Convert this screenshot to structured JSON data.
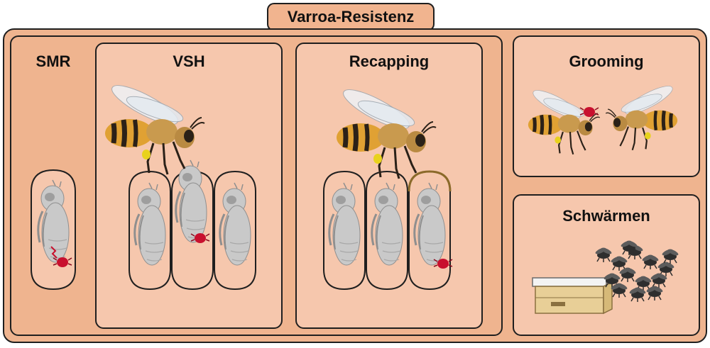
{
  "title": "Varroa-Resistenz",
  "sections": {
    "smr": {
      "label": "SMR"
    },
    "vsh": {
      "label": "VSH"
    },
    "recapping": {
      "label": "Recapping"
    },
    "grooming": {
      "label": "Grooming"
    },
    "swarming": {
      "label": "Schwärmen"
    }
  },
  "colors": {
    "outer_bg": "#efb48f",
    "panel_bg": "#f6c7ad",
    "border": "#1f1f1f",
    "pupa": "#c9c9c9",
    "mite": "#c8102e",
    "cap": "#8b6a2a"
  },
  "icons": [
    "bee-icon",
    "pupa-icon",
    "varroa-mite-icon",
    "beehive-box-icon",
    "swarm-icon"
  ]
}
